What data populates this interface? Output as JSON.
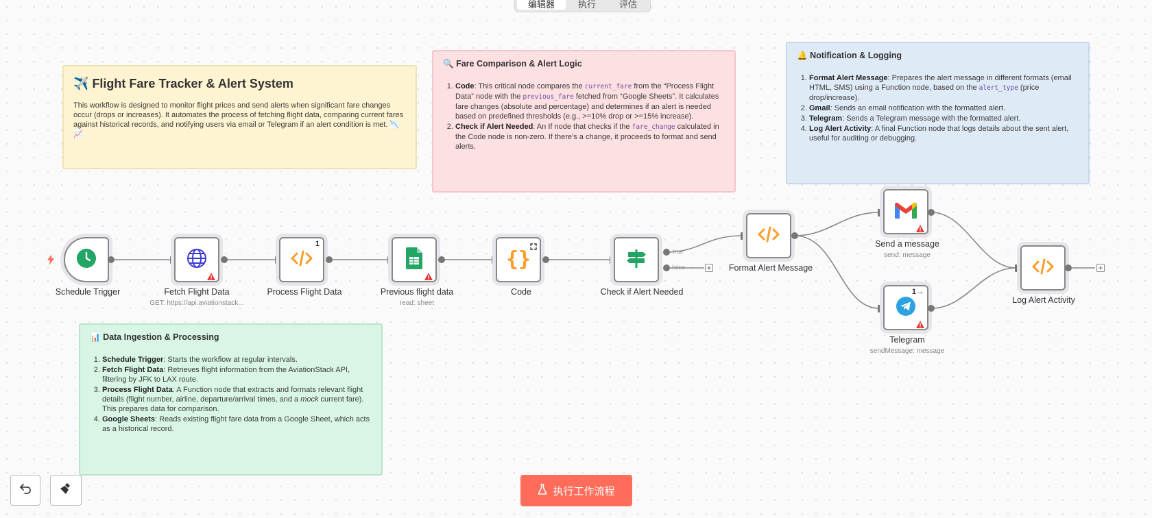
{
  "tabs": [
    {
      "label": "编辑器",
      "active": true
    },
    {
      "label": "执行",
      "active": false
    },
    {
      "label": "评估",
      "active": false
    }
  ],
  "notes": {
    "tracker": {
      "icon": "✈️",
      "title": "Flight Fare Tracker & Alert System",
      "body": "This workflow is designed to monitor flight prices and send alerts when significant fare changes occur (drops or increases). It automates the process of fetching flight data, comparing current fares against historical records, and notifying users via email or Telegram if an alert condition is met. 📉📈"
    },
    "fare": {
      "icon": "🔍",
      "title": "Fare Comparison & Alert Logic",
      "items": [
        {
          "bold": "Code",
          "t1": ": This critical node compares the ",
          "c1": "current_fare",
          "t2": " from the “Process Flight Data” node with the ",
          "c2": "previous_fare",
          "t3": " fetched from “Google Sheets”. It calculates fare changes (absolute and percentage) and determines if an alert is needed based on predefined thresholds (e.g., >=10% drop or >=15% increase)."
        },
        {
          "bold": "Check if Alert Needed",
          "t1": ": An If node that checks if the ",
          "c1": "fare_change",
          "t2": " calculated in the Code node is non-zero. If there’s a change, it proceeds to format and send alerts."
        }
      ]
    },
    "notify": {
      "icon": "🔔",
      "title": "Notification & Logging",
      "items": [
        {
          "bold": "Format Alert Message",
          "t1": ": Prepares the alert message in different formats (email HTML, SMS) using a Function node, based on the ",
          "c1": "alert_type",
          "t2": " (price drop/increase)."
        },
        {
          "bold": "Gmail",
          "t1": ": Sends an email notification with the formatted alert."
        },
        {
          "bold": "Telegram",
          "t1": ": Sends a Telegram message with the formatted alert."
        },
        {
          "bold": "Log Alert Activity",
          "t1": ": A final Function node that logs details about the sent alert, useful for auditing or debugging."
        }
      ]
    },
    "ingest": {
      "icon": "📊",
      "title": "Data Ingestion & Processing",
      "items": [
        {
          "bold": "Schedule Trigger",
          "t1": ": Starts the workflow at regular intervals."
        },
        {
          "bold": "Fetch Flight Data",
          "t1": ": Retrieves flight information from the AviationStack API, filtering by JFK to LAX route."
        },
        {
          "bold": "Process Flight Data",
          "t1": ": A Function node that extracts and formats relevant flight details (flight number, airline, departure/arrival times, and a ",
          "i1": "mock",
          "t2": " current fare). This prepares data for comparison."
        },
        {
          "bold": "Google Sheets",
          "t1": ": Reads existing flight fare data from a Google Sheet, which acts as a historical record."
        }
      ]
    }
  },
  "nodes": {
    "schedule": {
      "label": "Schedule Trigger",
      "icon": "clock-icon"
    },
    "fetch": {
      "label": "Fetch Flight Data",
      "sub": "GET: https://api.aviationstack...",
      "icon": "globe-icon"
    },
    "process": {
      "label": "Process Flight Data",
      "badge": "1",
      "icon": "code-icon"
    },
    "previous": {
      "label": "Previous flight data",
      "sub": "read: sheet",
      "icon": "google-sheets-icon"
    },
    "code": {
      "label": "Code",
      "icon": "braces-icon"
    },
    "check": {
      "label": "Check if Alert Needed",
      "icon": "signpost-icon",
      "true_label": "true",
      "false_label": "false"
    },
    "format": {
      "label": "Format Alert Message",
      "icon": "code-icon"
    },
    "gmail": {
      "label": "Send a message",
      "sub": "send: message",
      "icon": "gmail-icon"
    },
    "telegram": {
      "label": "Telegram",
      "sub": "sendMessage: message",
      "badge": "1",
      "icon": "telegram-icon"
    },
    "log": {
      "label": "Log Alert Activity",
      "icon": "code-icon"
    }
  },
  "run_button": {
    "label": "执行工作流程"
  },
  "colors": {
    "accent": "#ff6d5a",
    "code_orange": "#ff9b26",
    "warning": "#e53935",
    "sheets_green": "#23a566",
    "globe_blue": "#3d3dd4",
    "telegram_blue": "#2aa3e0"
  }
}
